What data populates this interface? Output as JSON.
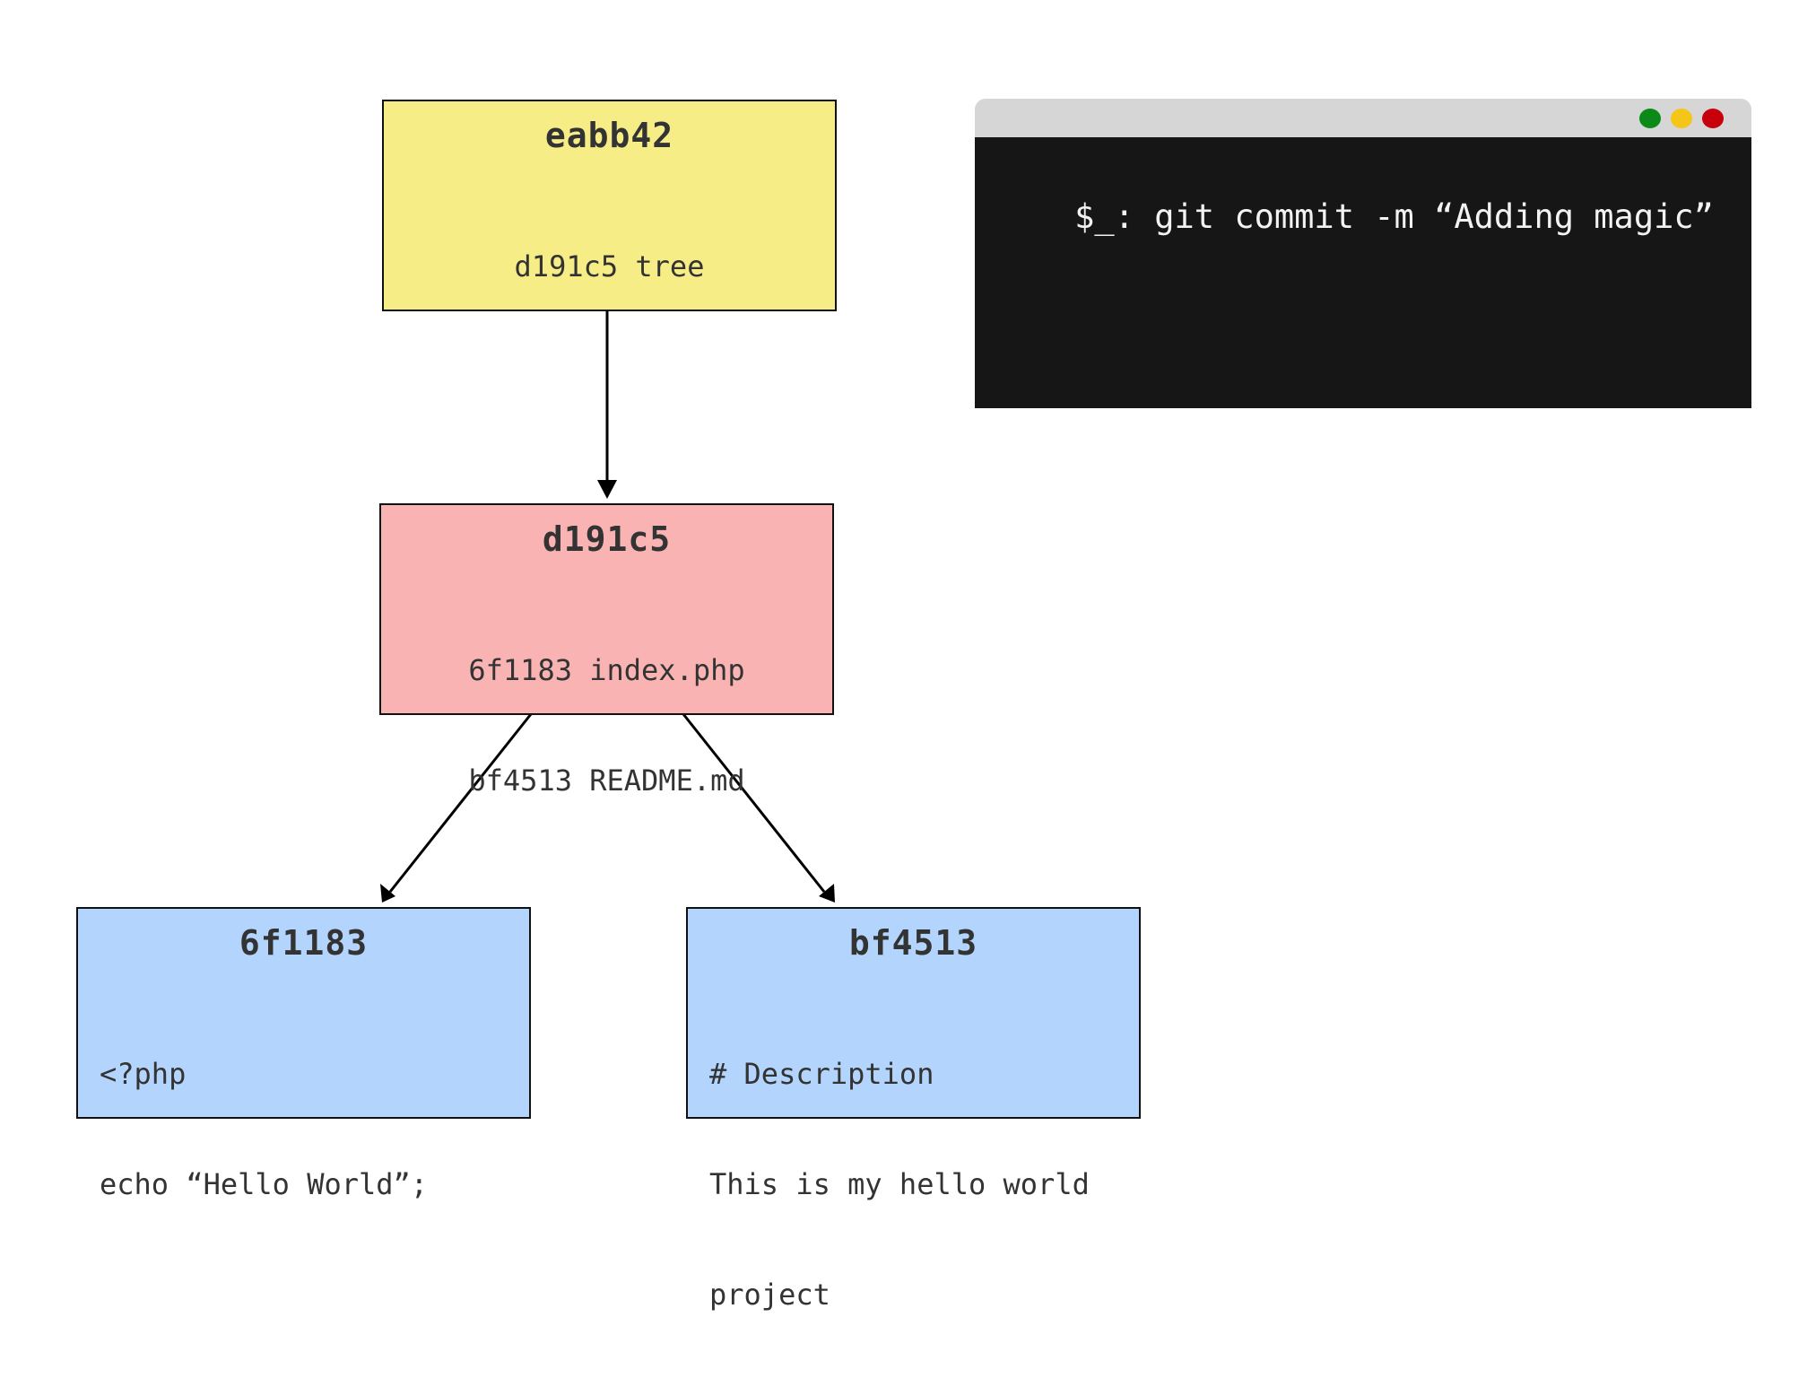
{
  "nodes": {
    "commit": {
      "hash": "eabb42",
      "lines": [
        "d191c5 tree"
      ],
      "color": "#f6ed87"
    },
    "tree": {
      "hash": "d191c5",
      "lines": [
        "6f1183 index.php",
        "bf4513 README.md"
      ],
      "color": "#f9b3b3"
    },
    "blob_index": {
      "hash": "6f1183",
      "lines": [
        "<?php",
        "echo “Hello World”;"
      ],
      "color": "#b3d5fd"
    },
    "blob_readme": {
      "hash": "bf4513",
      "lines": [
        "# Description",
        "This is my hello world",
        "project"
      ],
      "color": "#b3d5fd"
    }
  },
  "terminal": {
    "command": "$_: git commit -m “Adding magic”",
    "titlebar_color": "#d6d6d6",
    "body_color": "#161616",
    "dots": [
      {
        "icon": "green-dot-icon",
        "color": "#0b8a1a"
      },
      {
        "icon": "yellow-dot-icon",
        "color": "#f5c518"
      },
      {
        "icon": "red-dot-icon",
        "color": "#c8000c"
      }
    ]
  }
}
